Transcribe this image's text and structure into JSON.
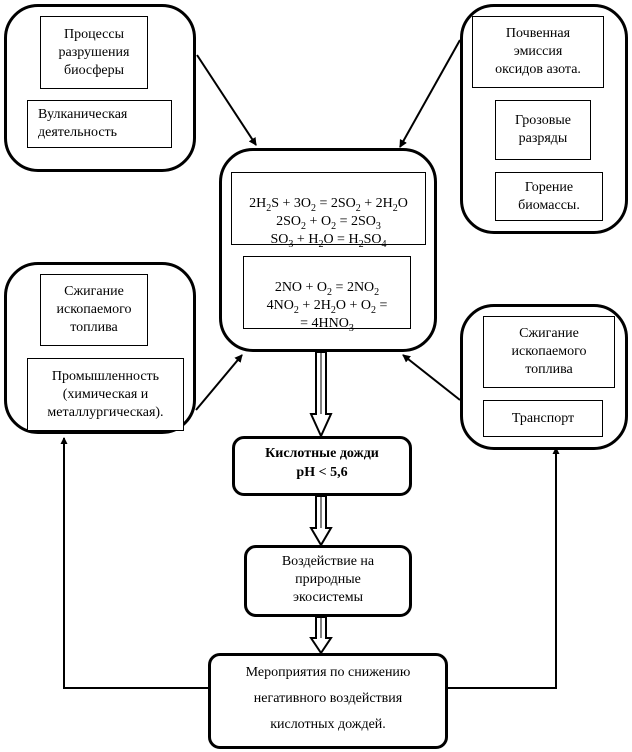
{
  "sources_top_left": {
    "items": [
      {
        "label": "Процессы\nразрушения\nбиосферы"
      },
      {
        "label": "Вулканическая\nдеятельность"
      }
    ]
  },
  "sources_top_right": {
    "items": [
      {
        "label": "Почвенная\nэмиссия\nоксидов азота."
      },
      {
        "label": "Грозовые\nразряды"
      },
      {
        "label": "Горение\nбиомассы."
      }
    ]
  },
  "sources_mid_left": {
    "items": [
      {
        "label": "Сжигание\nископаемого\nтоплива"
      },
      {
        "label": "Промышленность\n(химическая и\nметаллургическая)."
      }
    ]
  },
  "sources_mid_right": {
    "items": [
      {
        "label": "Сжигание\nископаемого\nтоплива"
      },
      {
        "label": "Транспорт"
      }
    ]
  },
  "reactions": {
    "sulfur": [
      [
        {
          "t": "2H"
        },
        {
          "s": "2"
        },
        {
          "t": "S + 3O"
        },
        {
          "s": "2"
        },
        {
          "t": " = 2SO"
        },
        {
          "s": "2"
        },
        {
          "t": " + 2H"
        },
        {
          "s": "2"
        },
        {
          "t": "O"
        }
      ],
      [
        {
          "t": "2SO"
        },
        {
          "s": "2"
        },
        {
          "t": " + O"
        },
        {
          "s": "2"
        },
        {
          "t": " = 2SO"
        },
        {
          "s": "3"
        }
      ],
      [
        {
          "t": "SO"
        },
        {
          "s": "3"
        },
        {
          "t": " + H"
        },
        {
          "s": "2"
        },
        {
          "t": "O = H"
        },
        {
          "s": "2"
        },
        {
          "t": "SO"
        },
        {
          "s": "4"
        }
      ]
    ],
    "nitrogen": [
      [
        {
          "t": "2NO + O"
        },
        {
          "s": "2"
        },
        {
          "t": " = 2NO"
        },
        {
          "s": "2"
        }
      ],
      [
        {
          "t": "4NO"
        },
        {
          "s": "2"
        },
        {
          "t": " + 2H"
        },
        {
          "s": "2"
        },
        {
          "t": "O + O"
        },
        {
          "s": "2"
        },
        {
          "t": " ="
        }
      ],
      [
        {
          "t": "= 4HNO"
        },
        {
          "s": "3"
        }
      ]
    ]
  },
  "acid_rain": {
    "line1": "Кислотные дожди",
    "line2": "pH < 5,6"
  },
  "impact": {
    "label": "Воздействие на\nприродные\nэкосистемы"
  },
  "measures": {
    "line1": "Мероприятия по снижению",
    "line2": "негативного воздействия",
    "line3": "кислотных дождей."
  }
}
